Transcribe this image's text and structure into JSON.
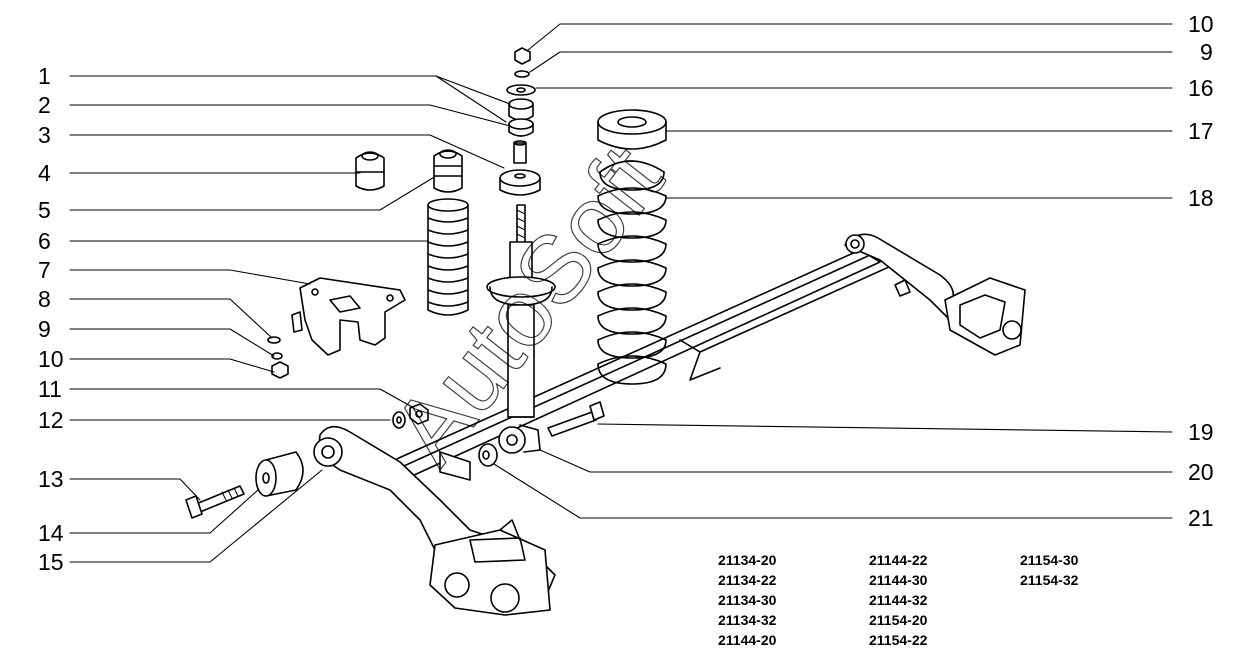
{
  "watermark": "AutoSoft",
  "left_labels": [
    "1",
    "2",
    "3",
    "4",
    "5",
    "6",
    "7",
    "8",
    "9",
    "10",
    "11",
    "12",
    "13",
    "14",
    "15"
  ],
  "right_labels": [
    "10",
    "9",
    "16",
    "17",
    "18",
    "19",
    "20",
    "21"
  ],
  "model_codes": {
    "col1": [
      "21134-20",
      "21134-22",
      "21134-30",
      "21134-32",
      "21144-20"
    ],
    "col2": [
      "21144-22",
      "21144-30",
      "21144-32",
      "21154-20",
      "21154-22"
    ],
    "col3": [
      "21154-30",
      "21154-32"
    ]
  }
}
